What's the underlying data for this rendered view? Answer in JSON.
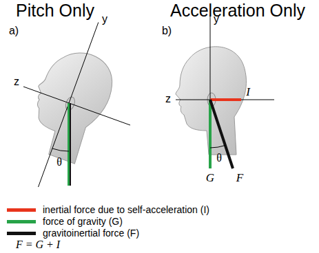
{
  "diagram": {
    "labels": [
      "Pitch Only",
      "Acceleration Only",
      "a)",
      "b)",
      "z",
      "y",
      "θ",
      "y",
      "z",
      "I",
      "G",
      "θ",
      "F",
      "F = G + I"
    ],
    "legend": [
      {
        "text": "inertial force due to self-acceleration (I)",
        "color": "#e8341c"
      },
      {
        "text": "force of gravity (G)",
        "color": "#27a348"
      },
      {
        "text": "gravitoinertial force (F)",
        "color": "#111111"
      }
    ]
  }
}
